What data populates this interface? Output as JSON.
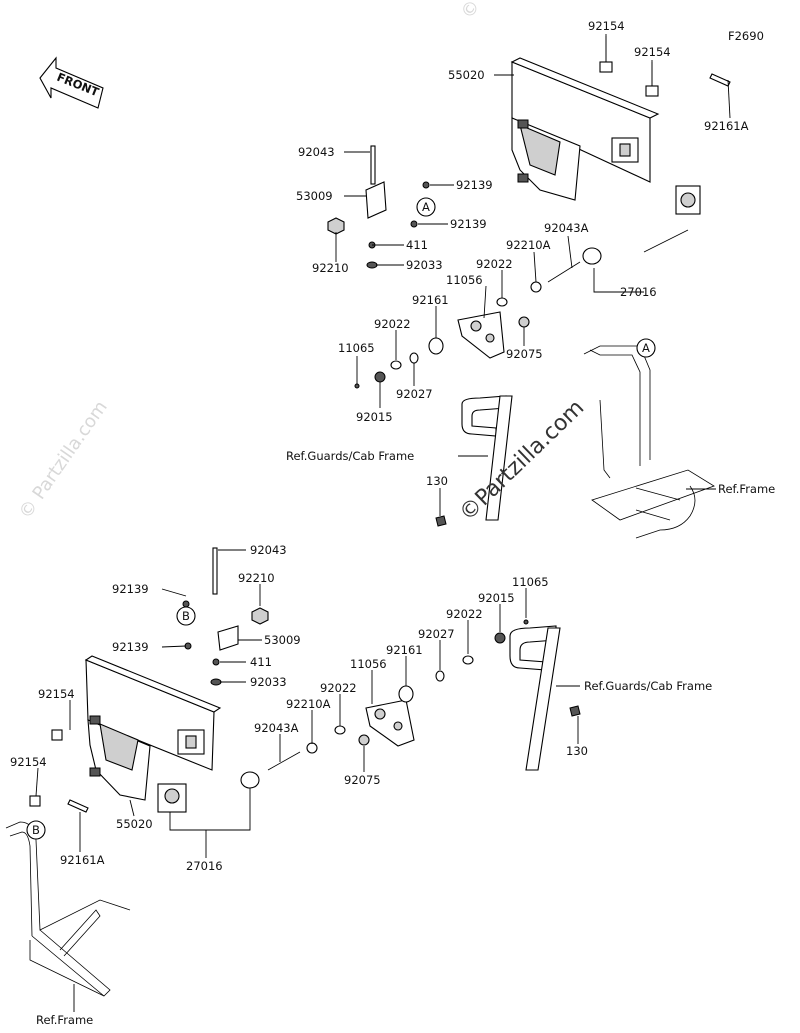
{
  "figure": {
    "code": "F2690",
    "front_label": "FRONT",
    "watermark": "© Partzilla.com",
    "watermark_center": "©Partzilla.com"
  },
  "callouts": {
    "a": "A",
    "b": "B"
  },
  "labels": {
    "top_92154_a": "92154",
    "top_92154_b": "92154",
    "top_55020": "55020",
    "top_92161A": "92161A",
    "top_92043": "92043",
    "top_92139_a": "92139",
    "top_53009": "53009",
    "top_92139_b": "92139",
    "top_411": "411",
    "top_92210": "92210",
    "top_92033": "92033",
    "top_92043A": "92043A",
    "top_92210A": "92210A",
    "top_92022_a": "92022",
    "top_11056": "11056",
    "top_27016": "27016",
    "top_92161": "92161",
    "top_92022_b": "92022",
    "top_92075": "92075",
    "top_11065": "11065",
    "top_92027": "92027",
    "top_92015": "92015",
    "top_ref_guards": "Ref.Guards/Cab Frame",
    "top_130": "130",
    "top_ref_frame": "Ref.Frame",
    "bot_92043": "92043",
    "bot_92139_a": "92139",
    "bot_92210": "92210",
    "bot_11065": "11065",
    "bot_92015": "92015",
    "bot_92022_a": "92022",
    "bot_53009": "53009",
    "bot_92139_b": "92139",
    "bot_92027": "92027",
    "bot_411": "411",
    "bot_92161": "92161",
    "bot_92033": "92033",
    "bot_11056": "11056",
    "bot_ref_guards": "Ref.Guards/Cab Frame",
    "bot_92154_a": "92154",
    "bot_92022_b": "92022",
    "bot_92210A": "92210A",
    "bot_92043A": "92043A",
    "bot_130": "130",
    "bot_92075": "92075",
    "bot_92154_b": "92154",
    "bot_55020": "55020",
    "bot_92161A": "92161A",
    "bot_27016": "27016",
    "bot_ref_frame": "Ref.Frame"
  }
}
